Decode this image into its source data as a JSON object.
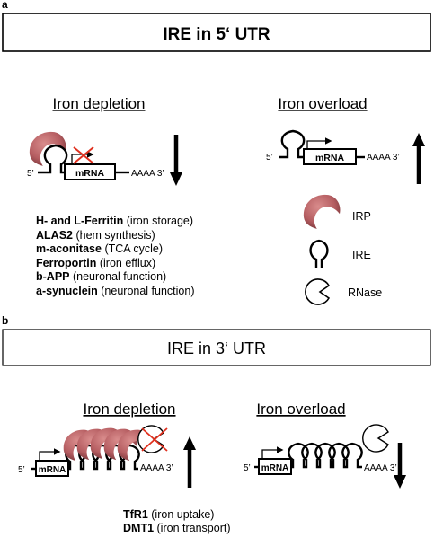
{
  "panel_a": {
    "letter": "a",
    "title": "IRE in 5‘ UTR",
    "depletion_heading": "Iron depletion",
    "overload_heading": "Iron overload",
    "five_prime": "5’",
    "mrna": "mRNA",
    "tail": "AAAA 3’",
    "legend": {
      "irp": "IRP",
      "ire": "IRE",
      "rnase": "RNase"
    },
    "targets": [
      {
        "gene": "H- and L-Ferritin",
        "function": "(iron storage)"
      },
      {
        "gene": "ALAS2",
        "function": "(hem synthesis)"
      },
      {
        "gene": "m-aconitase",
        "function": "(TCA cycle)"
      },
      {
        "gene": "Ferroportin",
        "function": "(iron efflux)"
      },
      {
        "gene": "b-APP",
        "function": "(neuronal function)"
      },
      {
        "gene": "a-synuclein",
        "function": "(neuronal function)"
      }
    ]
  },
  "panel_b": {
    "letter": "b",
    "title": "IRE in 3‘ UTR",
    "depletion_heading": "Iron depletion",
    "overload_heading": "Iron overload",
    "five_prime": "5’",
    "mrna": "mRNA",
    "tail": "AAAA 3’",
    "targets": [
      {
        "gene": "TfR1",
        "function": "(iron uptake)"
      },
      {
        "gene": "DMT1",
        "function": "(iron transport)"
      }
    ]
  },
  "colors": {
    "irp": "#b55d61",
    "irp_dark": "#6e2f33",
    "cross": "#e0301e"
  }
}
